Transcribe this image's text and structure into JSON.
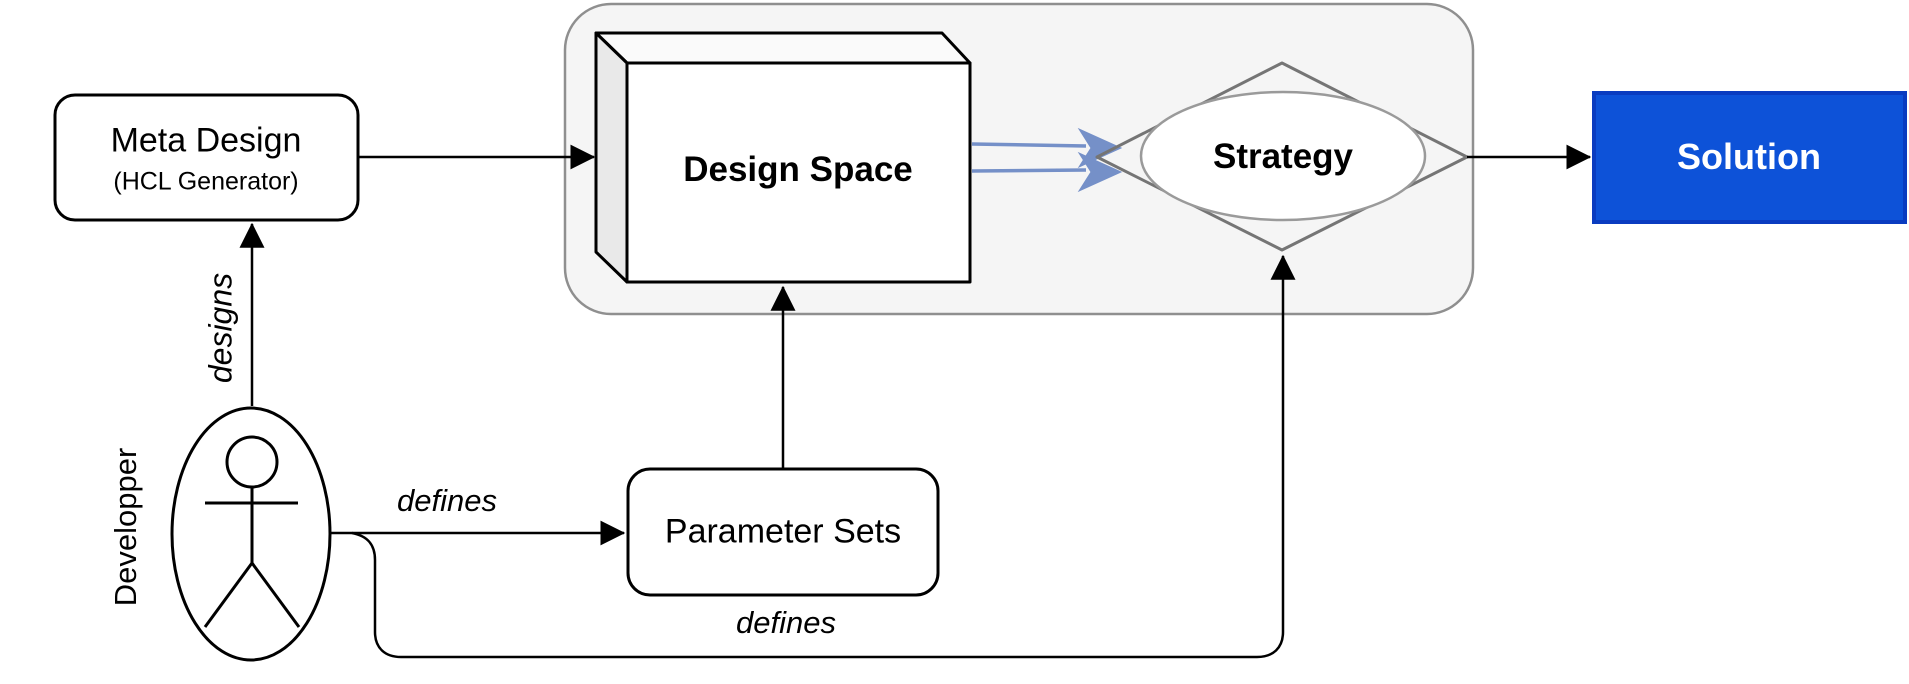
{
  "diagram": {
    "nodes": {
      "meta_design": {
        "title": "Meta Design",
        "subtitle": "(HCL Generator)"
      },
      "design_space": {
        "label": "Design Space"
      },
      "strategy": {
        "label": "Strategy"
      },
      "solution": {
        "label": "Solution"
      },
      "parameter_sets": {
        "label": "Parameter Sets"
      },
      "developer": {
        "label": "Developper"
      }
    },
    "edge_labels": {
      "designs": "designs",
      "defines_parameters": "defines",
      "defines_strategy": "defines"
    },
    "colors": {
      "solution_fill": "#0d52d8",
      "solution_stroke": "#0a3cc0",
      "solution_text": "#ffffff",
      "blue_arrow": "#7590c8",
      "container_fill": "#f5f5f5",
      "container_stroke": "#8f8f8f",
      "gray_shape_stroke": "#757575",
      "ellipse_stroke": "#9a9a9a",
      "cube_top_fill": "#fafafa",
      "cube_side_fill": "#e9e9e9",
      "edge_black": "#000000"
    }
  }
}
